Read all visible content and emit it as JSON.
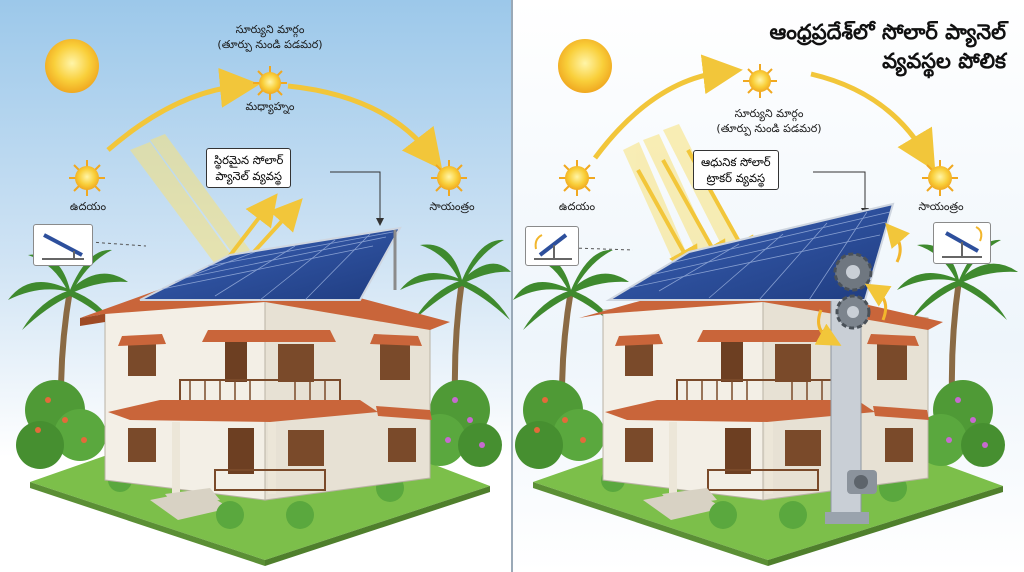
{
  "left": {
    "sun_path": [
      "సూర్యుని మార్గం",
      "(తూర్పు నుండి పడమర)"
    ],
    "noon": "మధ్యాహ్నం",
    "sunrise": "ఉదయం",
    "sunset": "సాయంత్రం",
    "callout": [
      "స్థిరమైన సోలార్",
      "ప్యానెల్ వ్యవస్థ"
    ]
  },
  "right": {
    "title": [
      "ఆంధ్రప్రదేశ్‌లో సోలార్ ప్యానెల్",
      "వ్యవస్థల పోలిక"
    ],
    "sun_path": [
      "సూర్యుని మార్గం",
      "(తూర్పు నుండి పడమర)"
    ],
    "sunrise": "ఉదయం",
    "sunset": "సాయంత్రం",
    "callout": [
      "ఆధునిక సోలార్",
      "ట్రాకర్ వ్యవస్థ"
    ]
  },
  "colors": {
    "sun": "#f7c62c",
    "arrow": "#f2c63a",
    "roof": "#c9653a",
    "wall": "#f3efe6",
    "panel": "#2d4f9c",
    "grass": "#5ea83a"
  },
  "icons": [
    "sun-icon",
    "house-icon",
    "palm-tree-icon",
    "solar-panel-icon",
    "gear-icon",
    "motor-icon",
    "rotation-arrow-icon"
  ]
}
